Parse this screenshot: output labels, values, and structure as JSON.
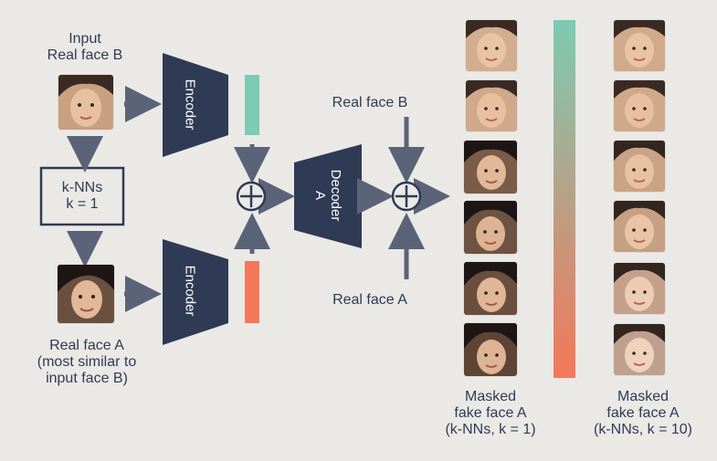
{
  "labels": {
    "input_line1": "Input",
    "input_line2": "Real face B",
    "knn_line1": "k-NNs",
    "knn_line2": "k = 1",
    "real_a_line1": "Real face A",
    "real_a_line2": "(most similar to",
    "real_a_line3": "input face B)",
    "encoder_top": "Encoder",
    "encoder_bottom": "Encoder",
    "decoder_line1": "Decoder",
    "decoder_line2": "A",
    "real_face_b": "Real face B",
    "real_face_a": "Real face A",
    "masked1_line1": "Masked",
    "masked1_line2": "fake face A",
    "masked1_line3": "(k-NNs, k = 1)",
    "masked10_line1": "Masked",
    "masked10_line2": "fake face A",
    "masked10_line3": "(k-NNs, k = 10)"
  },
  "colors": {
    "block": "#2f3a55",
    "arrow": "#5b6378",
    "latent_b": "#7ccbb3",
    "latent_a": "#f4775a",
    "gradient_top": "#7ccbb3",
    "gradient_bottom": "#f4775a"
  }
}
